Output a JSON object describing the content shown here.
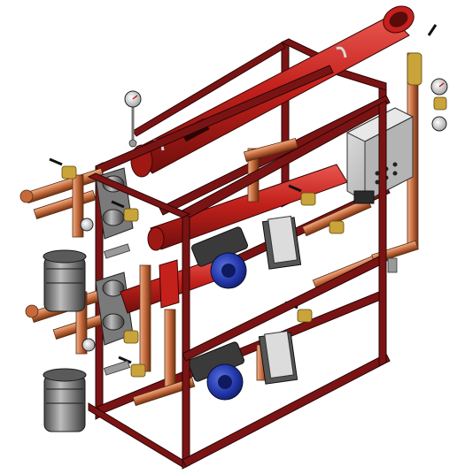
{
  "colors": {
    "frame": "#7a1414",
    "frame_edge": "#2a0505",
    "header_red": "#c4211c",
    "header_dark": "#7e1210",
    "header_light": "#e8584f",
    "copper": "#c46a3c",
    "copper_dark": "#7a3a1c",
    "copper_light": "#e9a07a",
    "brass": "#c9a43a",
    "brass_dark": "#7d6118",
    "steel": "#8c8c8c",
    "steel_dark": "#3a3a3a",
    "steel_light": "#d6d6d6",
    "pump_blue": "#2237a8",
    "pump_dark": "#0f1a5e",
    "panel_grey": "#c8c8c8",
    "panel_dark": "#707070",
    "background": "#ffffff"
  },
  "components": {
    "upper_header": "supply-header",
    "middle_header": "return-header",
    "lower_header": "lower-header",
    "control_panel": "electrical-control-panel",
    "pumps": [
      "circulation-pump-upper",
      "circulation-pump-lower"
    ],
    "strainers": [
      "y-strainer-upper",
      "y-strainer-lower"
    ],
    "gauges": [
      "pressure-gauge-top-left",
      "pressure-gauge-top-right",
      "pressure-gauge-middle"
    ],
    "heat_exchangers": [
      "plate-heat-exchanger-upper",
      "plate-heat-exchanger-lower"
    ]
  }
}
